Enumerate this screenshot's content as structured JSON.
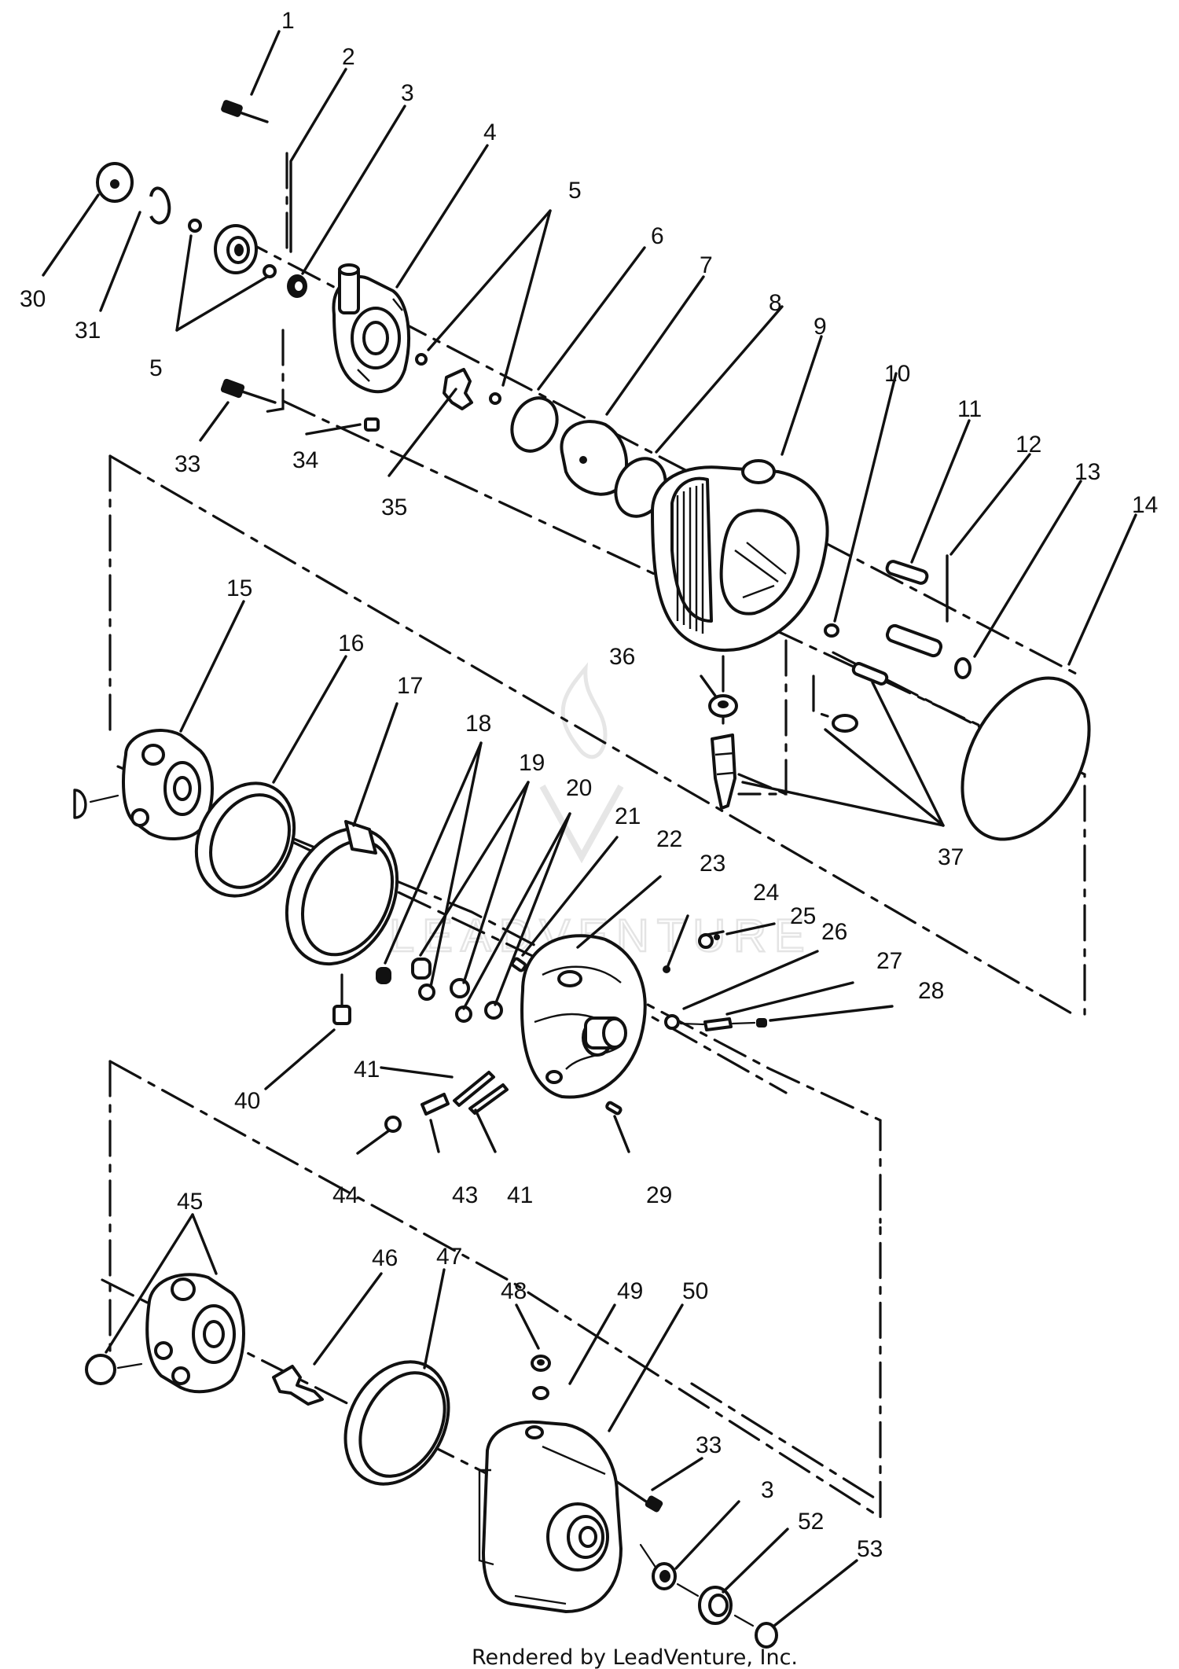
{
  "diagram": {
    "footer": "Rendered by LeadVenture, Inc.",
    "watermark": "LEADVENTURE",
    "callouts": [
      {
        "id": "c1",
        "text": "1"
      },
      {
        "id": "c2",
        "text": "2"
      },
      {
        "id": "c3a",
        "text": "3"
      },
      {
        "id": "c4",
        "text": "4"
      },
      {
        "id": "c5a",
        "text": "5"
      },
      {
        "id": "c5b",
        "text": "5"
      },
      {
        "id": "c6",
        "text": "6"
      },
      {
        "id": "c7",
        "text": "7"
      },
      {
        "id": "c8",
        "text": "8"
      },
      {
        "id": "c9",
        "text": "9"
      },
      {
        "id": "c10",
        "text": "10"
      },
      {
        "id": "c11",
        "text": "11"
      },
      {
        "id": "c12",
        "text": "12"
      },
      {
        "id": "c13",
        "text": "13"
      },
      {
        "id": "c14",
        "text": "14"
      },
      {
        "id": "c15",
        "text": "15"
      },
      {
        "id": "c16",
        "text": "16"
      },
      {
        "id": "c17",
        "text": "17"
      },
      {
        "id": "c18",
        "text": "18"
      },
      {
        "id": "c19",
        "text": "19"
      },
      {
        "id": "c20",
        "text": "20"
      },
      {
        "id": "c21",
        "text": "21"
      },
      {
        "id": "c22",
        "text": "22"
      },
      {
        "id": "c23",
        "text": "23"
      },
      {
        "id": "c24",
        "text": "24"
      },
      {
        "id": "c25",
        "text": "25"
      },
      {
        "id": "c26",
        "text": "26"
      },
      {
        "id": "c27",
        "text": "27"
      },
      {
        "id": "c28",
        "text": "28"
      },
      {
        "id": "c29",
        "text": "29"
      },
      {
        "id": "c30",
        "text": "30"
      },
      {
        "id": "c31",
        "text": "31"
      },
      {
        "id": "c33a",
        "text": "33"
      },
      {
        "id": "c34",
        "text": "34"
      },
      {
        "id": "c35",
        "text": "35"
      },
      {
        "id": "c36",
        "text": "36"
      },
      {
        "id": "c37",
        "text": "37"
      },
      {
        "id": "c40",
        "text": "40"
      },
      {
        "id": "c41a",
        "text": "41"
      },
      {
        "id": "c41b",
        "text": "41"
      },
      {
        "id": "c43",
        "text": "43"
      },
      {
        "id": "c44",
        "text": "44"
      },
      {
        "id": "c45",
        "text": "45"
      },
      {
        "id": "c46",
        "text": "46"
      },
      {
        "id": "c47",
        "text": "47"
      },
      {
        "id": "c48",
        "text": "48"
      },
      {
        "id": "c49",
        "text": "49"
      },
      {
        "id": "c50",
        "text": "50"
      },
      {
        "id": "c33b",
        "text": "33"
      },
      {
        "id": "c3b",
        "text": "3"
      },
      {
        "id": "c52",
        "text": "52"
      },
      {
        "id": "c53",
        "text": "53"
      }
    ]
  }
}
